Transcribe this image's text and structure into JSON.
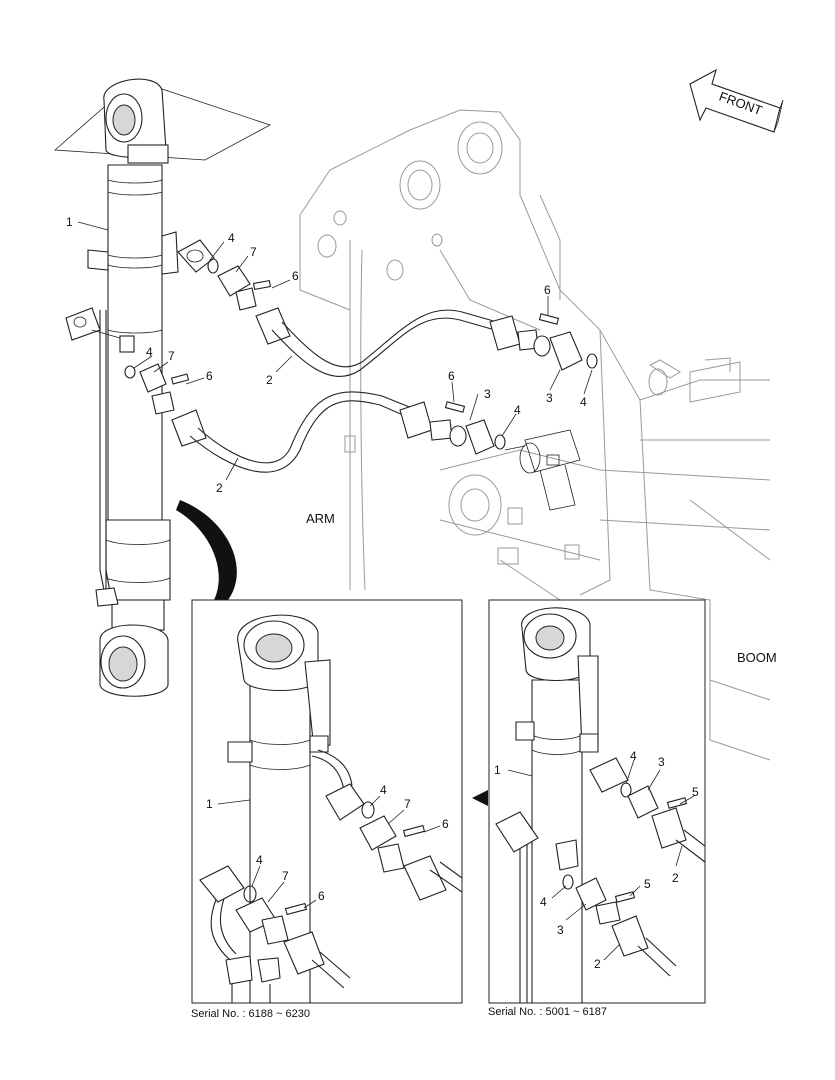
{
  "labels": {
    "front": "FRONT",
    "arm": "ARM",
    "boom": "BOOM"
  },
  "callouts": {
    "main": [
      "1",
      "4",
      "7",
      "6",
      "6",
      "4",
      "7",
      "6",
      "2",
      "3",
      "4",
      "6",
      "3",
      "4",
      "2"
    ],
    "left_inset": [
      "1",
      "4",
      "7",
      "6",
      "4",
      "7",
      "6"
    ],
    "right_inset": [
      "1",
      "4",
      "3",
      "5",
      "2",
      "4",
      "3",
      "5",
      "2"
    ]
  },
  "serials": {
    "left": "Serial No. : 6188 ~ 6230",
    "right": "Serial No. : 5001 ~ 6187"
  },
  "icons": {
    "front_arrow": "arrow-left-icon",
    "pointer": "triangle-left-icon"
  }
}
